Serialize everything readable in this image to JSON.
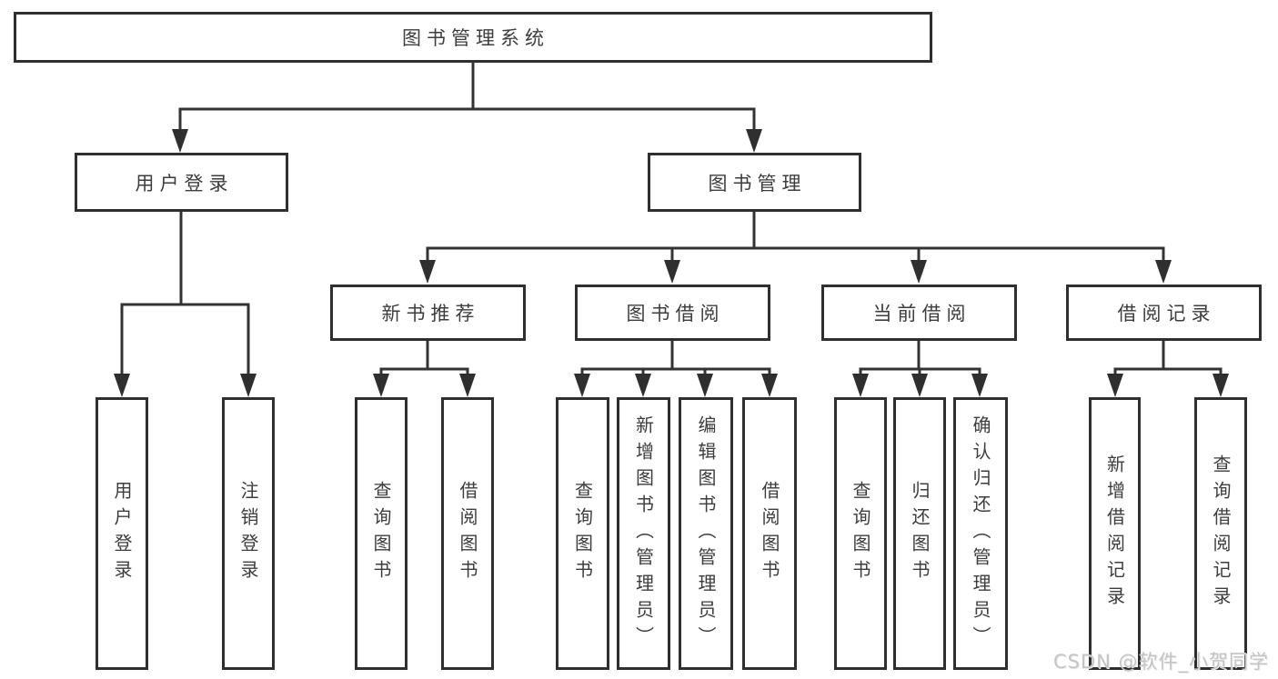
{
  "diagram": {
    "title": "图书管理系统",
    "children": [
      {
        "label": "用户登录",
        "children": [
          {
            "label": "用户登录"
          },
          {
            "label": "注销登录"
          }
        ]
      },
      {
        "label": "图书管理",
        "children": [
          {
            "label": "新书推荐",
            "children": [
              {
                "label": "查询图书"
              },
              {
                "label": "借阅图书"
              }
            ]
          },
          {
            "label": "图书借阅",
            "children": [
              {
                "label": "查询图书"
              },
              {
                "label": "新增图书（管理员）"
              },
              {
                "label": "编辑图书（管理员）"
              },
              {
                "label": "借阅图书"
              }
            ]
          },
          {
            "label": "当前借阅",
            "children": [
              {
                "label": "查询图书"
              },
              {
                "label": "归还图书"
              },
              {
                "label": "确认归还（管理员）"
              }
            ]
          },
          {
            "label": "借阅记录",
            "children": [
              {
                "label": "新增借阅记录"
              },
              {
                "label": "查询借阅记录"
              }
            ]
          }
        ]
      }
    ]
  },
  "watermark": {
    "text": "CSDN @软件_小贺同学"
  },
  "colors": {
    "line": "#333333",
    "box_border": "#2f2f2f",
    "text": "#3d3d3d",
    "background": "#ffffff",
    "watermark": "#c4c4c4"
  }
}
